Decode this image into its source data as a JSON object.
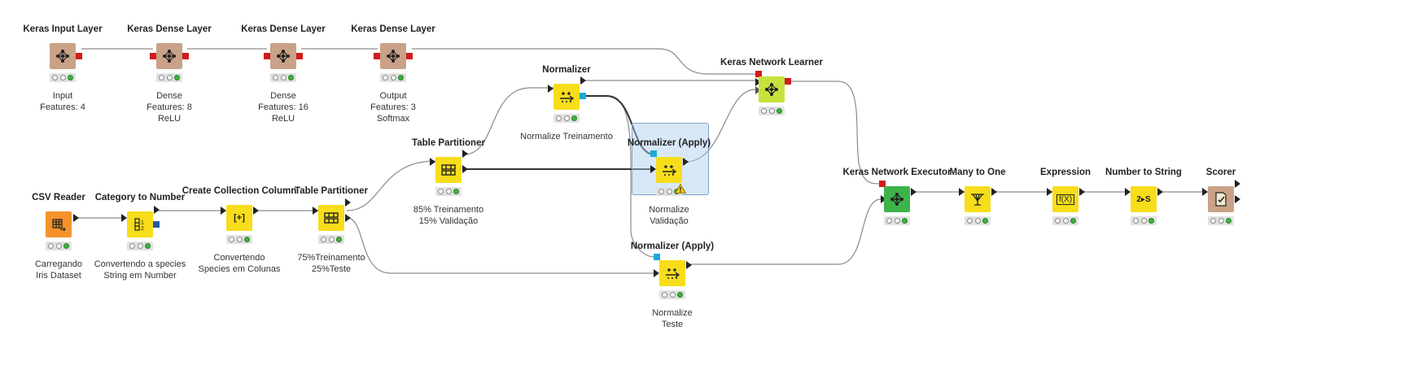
{
  "colors": {
    "keras": "#c9a287",
    "manipulator": "#f7dd1a",
    "source": "#f5922c",
    "learner": "#c5e23c",
    "predictor": "#3db34a",
    "link": "#8a8a8a",
    "port_red": "#d01c1c",
    "port_blue": "#1aa9d8"
  },
  "nodes": {
    "keras_input": {
      "title": "Keras Input Layer",
      "icon": "network-icon",
      "desc": [
        "Input",
        "Features: 4"
      ]
    },
    "dense1": {
      "title": "Keras Dense Layer",
      "icon": "network-icon",
      "desc": [
        "Dense",
        "Features: 8",
        "ReLU"
      ]
    },
    "dense2": {
      "title": "Keras Dense Layer",
      "icon": "network-icon",
      "desc": [
        "Dense",
        "Features: 16",
        "ReLU"
      ]
    },
    "dense3": {
      "title": "Keras Dense Layer",
      "icon": "network-icon",
      "desc": [
        "Output",
        "Features: 3",
        "Softmax"
      ]
    },
    "normalizer": {
      "title": "Normalizer",
      "icon": "normalize-icon",
      "desc": [
        "Normalize Treinamento"
      ]
    },
    "learner": {
      "title": "Keras Network Learner",
      "icon": "network-icon",
      "desc": []
    },
    "partitioner_top": {
      "title": "Table Partitioner",
      "icon": "partition-icon",
      "desc": [
        "85% Treinamento",
        "15% Validação"
      ]
    },
    "norm_apply_val": {
      "title": "Normalizer (Apply)",
      "icon": "normalize-apply-icon",
      "desc": [
        "Normalize",
        "Validação"
      ]
    },
    "csv_reader": {
      "title": "CSV Reader",
      "icon": "csv-table-icon",
      "desc": [
        "Carregando",
        "Iris Dataset"
      ]
    },
    "cat_to_num": {
      "title": "Category to Number",
      "icon": "category-number-icon",
      "desc": [
        "Convertendo a species",
        "String em Number"
      ]
    },
    "create_col": {
      "title": "Create Collection Column",
      "icon": "collection-icon",
      "desc": [
        "Convertendo",
        "Species em Colunas"
      ]
    },
    "partitioner_mid": {
      "title": "Table Partitioner",
      "icon": "partition-icon",
      "desc": [
        "75%Treinamento",
        "25%Teste"
      ]
    },
    "norm_apply_test": {
      "title": "Normalizer (Apply)",
      "icon": "normalize-apply-icon",
      "desc": [
        "Normalize",
        "Teste"
      ]
    },
    "executor": {
      "title": "Keras Network Executor",
      "icon": "network-icon",
      "desc": []
    },
    "many_to_one": {
      "title": "Many to One",
      "icon": "many-to-one-icon",
      "desc": []
    },
    "expression": {
      "title": "Expression",
      "icon": "expression-icon",
      "desc": []
    },
    "num_to_str": {
      "title": "Number to String",
      "icon": "number-string-icon",
      "desc": []
    },
    "scorer": {
      "title": "Scorer",
      "icon": "scorer-icon",
      "desc": []
    }
  },
  "icon_glyphs": {
    "collection": "[+]",
    "expression": "f(X)",
    "number_string": "2▸S"
  }
}
